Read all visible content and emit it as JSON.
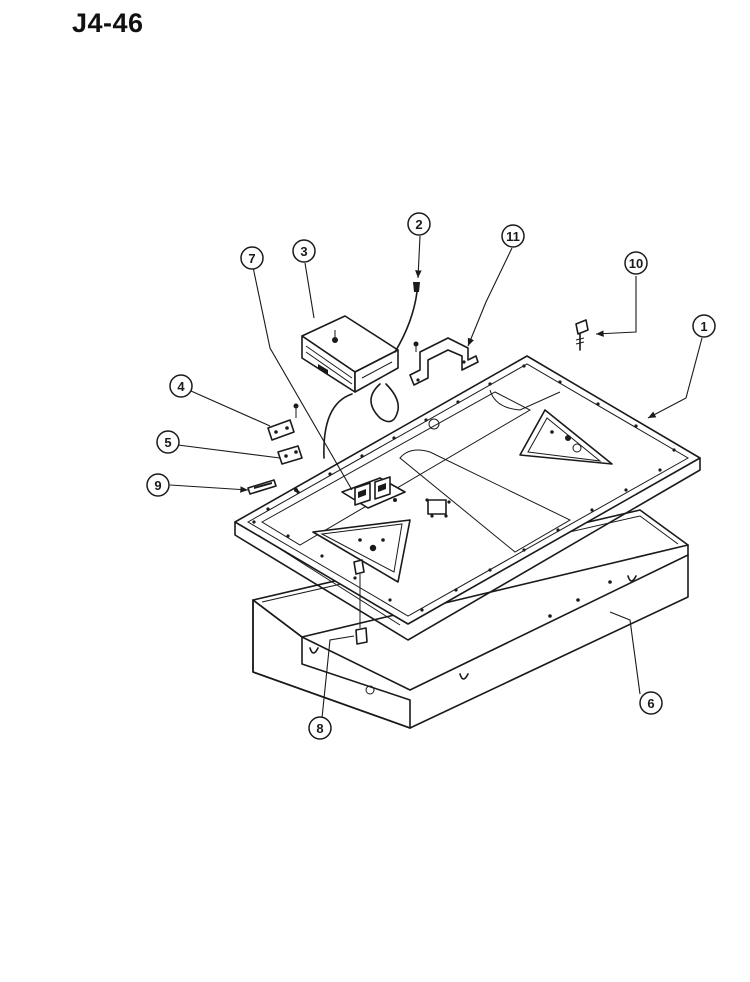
{
  "page_code": "J4-46",
  "callouts": [
    "1",
    "2",
    "3",
    "4",
    "5",
    "6",
    "7",
    "8",
    "9",
    "10",
    "11"
  ]
}
